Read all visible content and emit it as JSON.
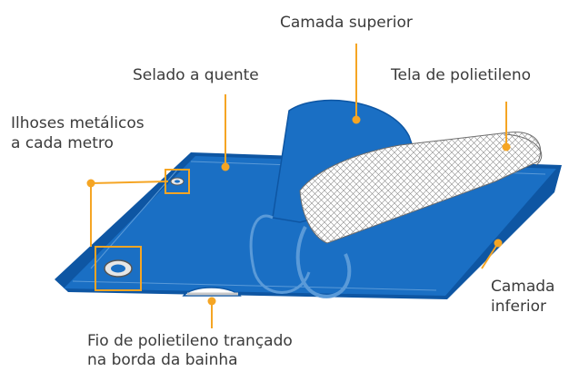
{
  "labels": {
    "top_layer": "Camada superior",
    "heat_sealed": "Selado a quente",
    "mesh": "Tela de polietileno",
    "grommets_line1": "Ilhoses metálicos",
    "grommets_line2": "a cada metro",
    "bottom_layer_line1": "Camada",
    "bottom_layer_line2": "inferior",
    "rope_line1": "Fio de polietileno trançado",
    "rope_line2": "na borda da bainha"
  },
  "colors": {
    "tarp_blue": "#1a6fc4",
    "tarp_edge": "#0e56a3",
    "callout_orange": "#f5a524",
    "mesh_line": "#8a8a8a",
    "label_text": "#3b3b3b"
  }
}
